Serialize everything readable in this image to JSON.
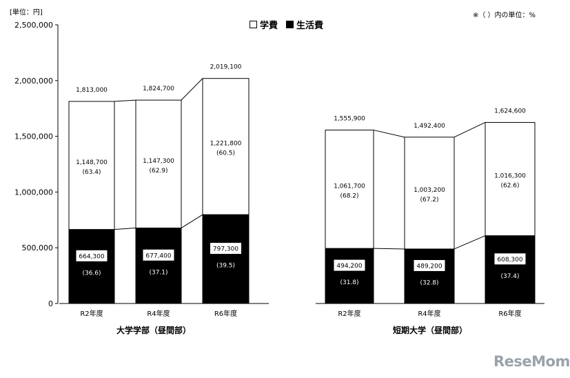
{
  "notes": {
    "unit": "[単位：円]",
    "percent_unit": "※（ ）内の単位：%"
  },
  "legend": {
    "tuition": "学費",
    "living": "生活費"
  },
  "logo": "ReseMom",
  "chart_data": {
    "type": "bar",
    "stacked": true,
    "ylim": [
      0,
      2500000
    ],
    "yticks": [
      0,
      500000,
      1000000,
      1500000,
      2000000,
      2500000
    ],
    "ytick_labels": [
      "0",
      "500,000",
      "1,000,000",
      "1,500,000",
      "2,000,000",
      "2,500,000"
    ],
    "grid": false,
    "legend_position": "top-center",
    "colors": {
      "tuition": "#ffffff",
      "living": "#000000",
      "stroke": "#000000"
    },
    "groups": [
      {
        "title": "大学学部（昼間部）",
        "categories": [
          "R2年度",
          "R4年度",
          "R6年度"
        ],
        "tuition_values": [
          1148700,
          1147300,
          1221800
        ],
        "tuition_labels": [
          "1,148,700",
          "1,147,300",
          "1,221,800"
        ],
        "tuition_pct": [
          "(63.4)",
          "(62.9)",
          "(60.5)"
        ],
        "living_values": [
          664300,
          677400,
          797300
        ],
        "living_labels": [
          "664,300",
          "677,400",
          "797,300"
        ],
        "living_pct": [
          "(36.6)",
          "(37.1)",
          "(39.5)"
        ],
        "totals": [
          1813000,
          1824700,
          2019100
        ],
        "total_labels": [
          "1,813,000",
          "1,824,700",
          "2,019,100"
        ]
      },
      {
        "title": "短期大学（昼間部）",
        "categories": [
          "R2年度",
          "R4年度",
          "R6年度"
        ],
        "tuition_values": [
          1061700,
          1003200,
          1016300
        ],
        "tuition_labels": [
          "1,061,700",
          "1,003,200",
          "1,016,300"
        ],
        "tuition_pct": [
          "(68.2)",
          "(67.2)",
          "(62.6)"
        ],
        "living_values": [
          494200,
          489200,
          608300
        ],
        "living_labels": [
          "494,200",
          "489,200",
          "608,300"
        ],
        "living_pct": [
          "(31.8)",
          "(32.8)",
          "(37.4)"
        ],
        "totals": [
          1555900,
          1492400,
          1624600
        ],
        "total_labels": [
          "1,555,900",
          "1,492,400",
          "1,624,600"
        ]
      }
    ]
  }
}
